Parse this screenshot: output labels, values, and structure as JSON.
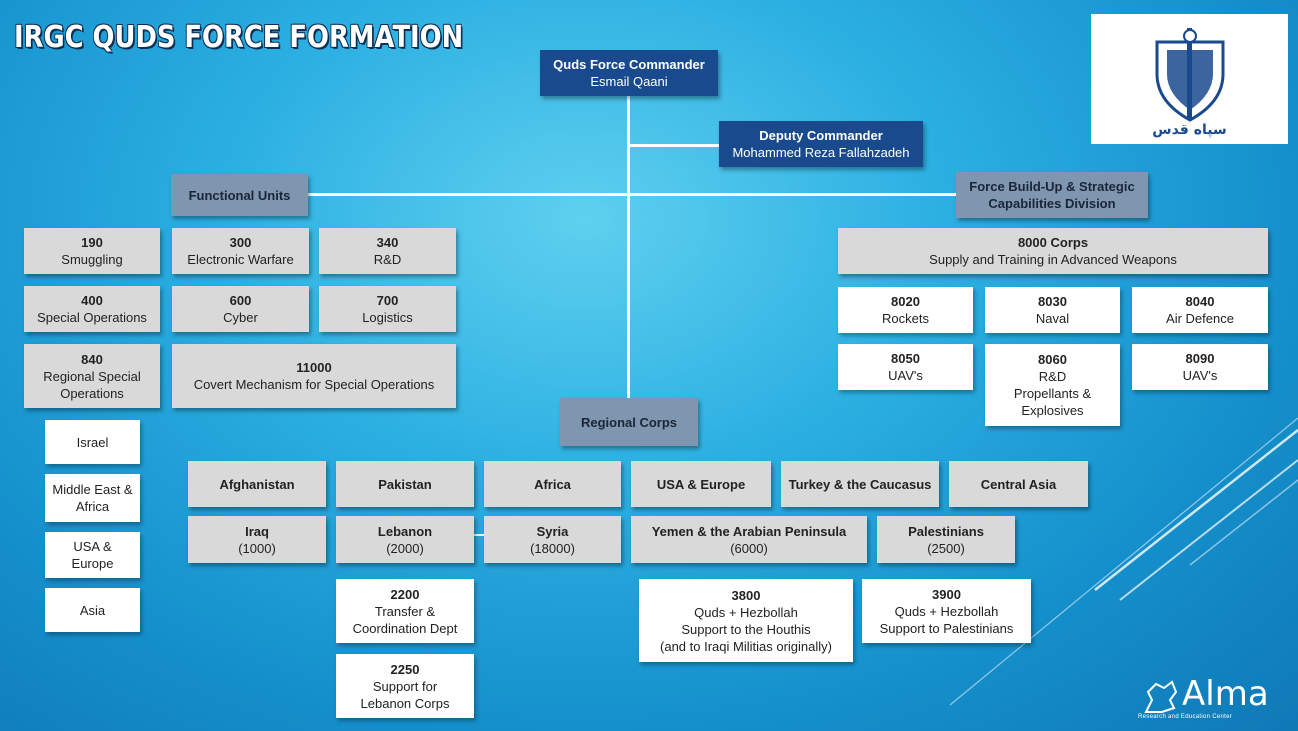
{
  "title": "IRGC QUDS FORCE FORMATION",
  "logo": {
    "text": "سپاه قدس",
    "brand": "Alma",
    "brand_sub": "Research and Education Center"
  },
  "commander": {
    "title": "Quds Force Commander",
    "name": "Esmail Qaani"
  },
  "deputy": {
    "title": "Deputy Commander",
    "name": "Mohammed Reza Fallahzadeh"
  },
  "functional_units": {
    "label": "Functional Units"
  },
  "force_buildup": {
    "label_l1": "Force Build-Up & Strategic",
    "label_l2": "Capabilities Division"
  },
  "units": {
    "u190": {
      "num": "190",
      "name": "Smuggling"
    },
    "u300": {
      "num": "300",
      "name": "Electronic Warfare"
    },
    "u340": {
      "num": "340",
      "name": "R&D"
    },
    "u400": {
      "num": "400",
      "name": "Special Operations"
    },
    "u600": {
      "num": "600",
      "name": "Cyber"
    },
    "u700": {
      "num": "700",
      "name": "Logistics"
    },
    "u840": {
      "num": "840",
      "name_l1": "Regional Special",
      "name_l2": "Operations"
    },
    "u11000": {
      "num": "11000",
      "name": "Covert Mechanism for Special Operations"
    }
  },
  "regions_840": [
    {
      "l1": "Israel",
      "l2": ""
    },
    {
      "l1": "Middle East &",
      "l2": "Africa"
    },
    {
      "l1": "USA &",
      "l2": "Europe"
    },
    {
      "l1": "Asia",
      "l2": ""
    }
  ],
  "corps8000": {
    "num": "8000 Corps",
    "name": "Supply and Training in Advanced Weapons"
  },
  "sub8000": {
    "u8020": {
      "num": "8020",
      "name": "Rockets"
    },
    "u8030": {
      "num": "8030",
      "name": "Naval"
    },
    "u8040": {
      "num": "8040",
      "name": "Air Defence"
    },
    "u8050": {
      "num": "8050",
      "name": "UAV's"
    },
    "u8060": {
      "num": "8060",
      "l1": "R&D",
      "l2": "Propellants &",
      "l3": "Explosives"
    },
    "u8090": {
      "num": "8090",
      "name": "UAV's"
    }
  },
  "regional_corps": {
    "label": "Regional Corps"
  },
  "regions_row1": [
    "Afghanistan",
    "Pakistan",
    "Africa",
    "USA & Europe",
    "Turkey & the Caucasus",
    "Central Asia"
  ],
  "regions_row2": {
    "iraq": {
      "name": "Iraq",
      "num": "(1000)"
    },
    "lebanon": {
      "name": "Lebanon",
      "num": "(2000)"
    },
    "syria": {
      "name": "Syria",
      "num": "(18000)"
    },
    "yemen": {
      "name": "Yemen & the Arabian Peninsula",
      "num": "(6000)"
    },
    "palestinians": {
      "name": "Palestinians",
      "num": "(2500)"
    }
  },
  "sub_lebanon": {
    "u2200": {
      "num": "2200",
      "l1": "Transfer &",
      "l2": "Coordination Dept"
    },
    "u2250": {
      "num": "2250",
      "l1": "Support for",
      "l2": "Lebanon Corps"
    }
  },
  "u3800": {
    "num": "3800",
    "l1": "Quds + Hezbollah",
    "l2": "Support to the Houthis",
    "l3": "(and to Iraqi Militias originally)"
  },
  "u3900": {
    "num": "3900",
    "l1": "Quds + Hezbollah",
    "l2": "Support to Palestinians"
  },
  "colors": {
    "background": "#1c9ad6",
    "commander": "#1a4a8e",
    "category": "#7f96b0",
    "unit": "#d9d9d9",
    "leaf": "#ffffff"
  }
}
